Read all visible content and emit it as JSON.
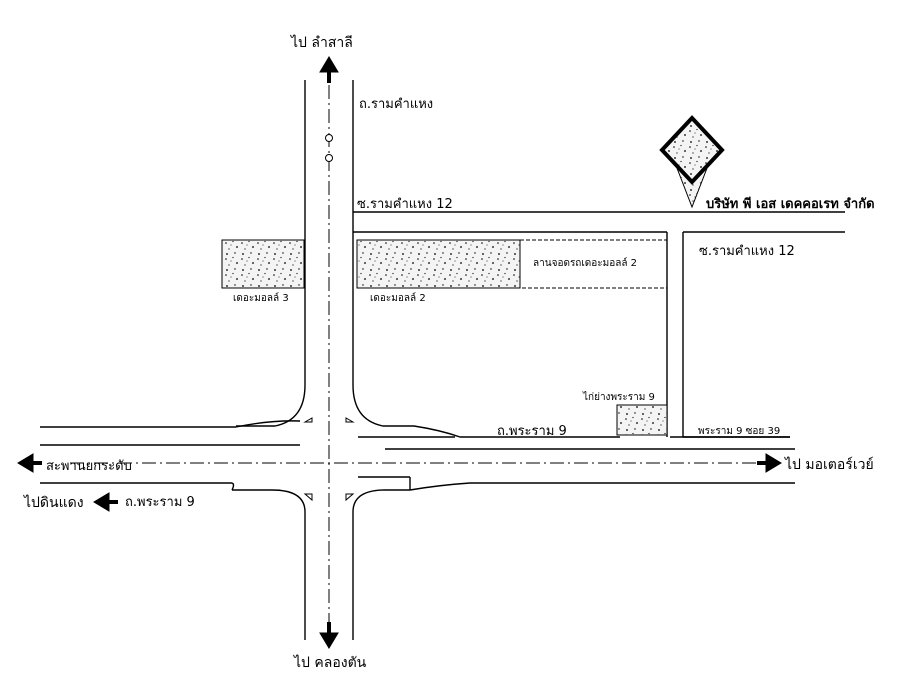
{
  "labels": {
    "north_destination": "ไป ลำสาลี",
    "ramkhamhaeng_road": "ถ.รามคำแหง",
    "soi_ramkhamhaeng_12_top": "ซ.รามคำแหง 12",
    "soi_ramkhamhaeng_12_right": "ซ.รามคำแหง 12",
    "company_name": "บริษัท พี เอส เดคคอเรท จำกัด",
    "mall_3": "เดอะมอลล์ 3",
    "mall_2": "เดอะมอลล์ 2",
    "mall_2_parking": "ลานจอดรถเดอะมอลล์ 2",
    "kai_yang_rama9": "ไก่ย่างพระราม 9",
    "rama9_road_upper": "ถ.พระราม 9",
    "rama9_soi39": "พระราม 9 ซอย 39",
    "west_destination": "สะพานยกระดับ",
    "east_destination": "ไป มอเตอร์เวย์",
    "southwest_destination": "ไปดินแดง",
    "rama9_road_lower": "ถ.พระราม 9",
    "south_destination": "ไป คลองตัน"
  },
  "icons": {
    "north": "arrow-up-icon",
    "south": "arrow-down-icon",
    "west": "arrow-left-icon",
    "east": "arrow-right-icon",
    "southwest": "arrow-left-icon",
    "company": "diamond-marker-icon"
  },
  "colors": {
    "ink": "#000000",
    "paper": "#ffffff",
    "stipple_fill": "#f4f4f4"
  }
}
